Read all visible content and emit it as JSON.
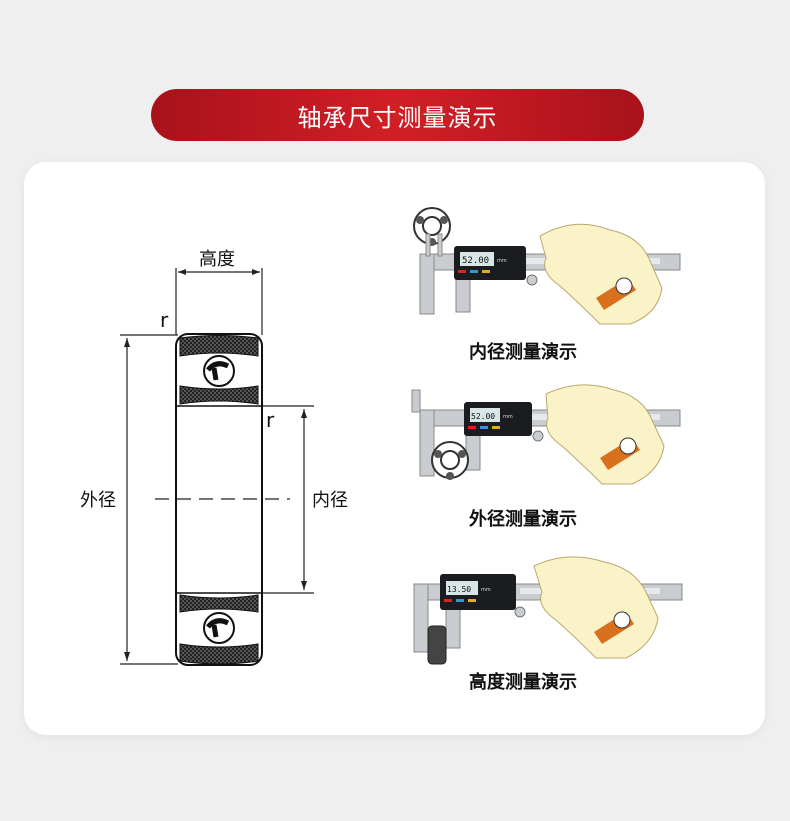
{
  "header": {
    "title": "轴承尺寸测量演示"
  },
  "diagram": {
    "height_label": "高度",
    "outer_label": "外径",
    "inner_label": "内径",
    "r_label": "r"
  },
  "demos": [
    {
      "caption": "内径测量演示",
      "display": "52.00",
      "unit": "mm"
    },
    {
      "caption": "外径测量演示",
      "display": "52.00",
      "unit": "mm"
    },
    {
      "caption": "高度测量演示",
      "display": "13.50",
      "unit": "mm"
    }
  ],
  "colors": {
    "accent": "#c8161e",
    "skin": "#fbf3c8",
    "strap": "#d9701d",
    "caliper": "#c9ccd0",
    "screen": "#1a1c20"
  }
}
